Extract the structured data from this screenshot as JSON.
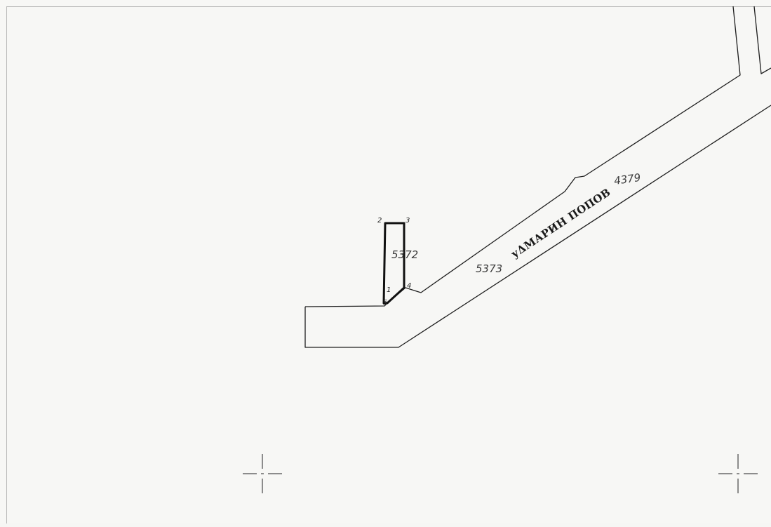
{
  "map": {
    "street_name": "уΔМАРИН ПОПОВ",
    "parcels": {
      "plot": "5372",
      "street": "5373",
      "adjacent": "4379"
    },
    "vertices": [
      "1",
      "2",
      "3",
      "4",
      "5"
    ],
    "colors": {
      "paper": "#f7f7f5",
      "ink": "#1a1a1a",
      "frame": "#b8b8b8"
    }
  }
}
